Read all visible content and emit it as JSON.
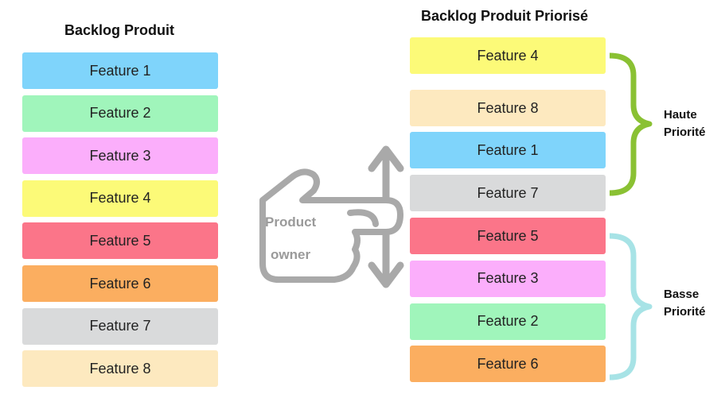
{
  "left": {
    "title": "Backlog Produit",
    "features": [
      {
        "label": "Feature 1",
        "color": "#7fd4fb"
      },
      {
        "label": "Feature 2",
        "color": "#a0f5bb"
      },
      {
        "label": "Feature 3",
        "color": "#fbaefb"
      },
      {
        "label": "Feature 4",
        "color": "#fcfa78"
      },
      {
        "label": "Feature 5",
        "color": "#fb7589"
      },
      {
        "label": "Feature 6",
        "color": "#fbae60"
      },
      {
        "label": "Feature 7",
        "color": "#d9dadb"
      },
      {
        "label": "Feature 8",
        "color": "#fde9bf"
      }
    ]
  },
  "right": {
    "title": "Backlog Produit Priorisé",
    "features": [
      {
        "label": "Feature 4",
        "color": "#fcfa78"
      },
      {
        "label": "Feature 8",
        "color": "#fde9bf"
      },
      {
        "label": "Feature 1",
        "color": "#7fd4fb"
      },
      {
        "label": "Feature 7",
        "color": "#d9dadb"
      },
      {
        "label": "Feature 5",
        "color": "#fb7589"
      },
      {
        "label": "Feature 3",
        "color": "#fbaefb"
      },
      {
        "label": "Feature 2",
        "color": "#a0f5bb"
      },
      {
        "label": "Feature 6",
        "color": "#fbae60"
      }
    ]
  },
  "groups": {
    "high": {
      "line1": "Haute",
      "line2": "Priorité",
      "color": "#8ac133"
    },
    "low": {
      "line1": "Basse",
      "line2": "Priorité",
      "color": "#a7e3e6"
    }
  },
  "product_owner": {
    "line1": "Product",
    "line2": "owner",
    "color": "#9a9a9a"
  }
}
